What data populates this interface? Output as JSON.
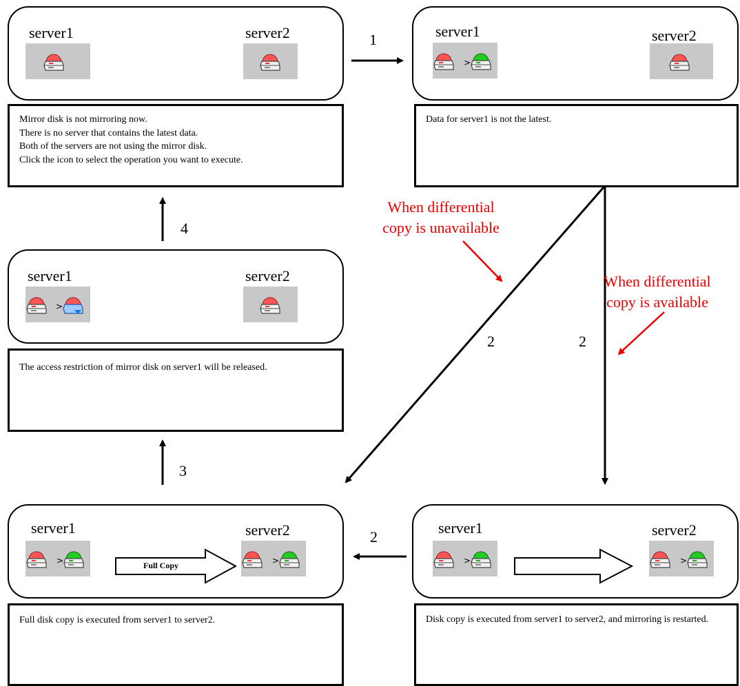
{
  "panels": {
    "p1": {
      "server1": "server1",
      "server2": "server2",
      "desc": [
        "Mirror disk is not mirroring now.",
        "There is no server that contains the latest data.",
        "Both of the servers are not using the mirror disk.",
        "Click the icon to select the operation you want to execute."
      ]
    },
    "p2": {
      "server1": "server1",
      "server2": "server2",
      "desc": [
        "Data for server1 is not the latest."
      ]
    },
    "p3": {
      "server1": "server1",
      "server2": "server2",
      "desc": [
        "The access restriction of mirror disk on server1 will be released."
      ]
    },
    "p4": {
      "server1": "server1",
      "server2": "server2",
      "copy_label": "Full Copy",
      "desc": [
        "Full disk copy is executed from server1 to server2."
      ]
    },
    "p5": {
      "server1": "server1",
      "server2": "server2",
      "desc": [
        "Disk copy is executed from server1 to server2, and mirroring is restarted."
      ]
    }
  },
  "steps": {
    "s1": "1",
    "s2a": "2",
    "s2b": "2",
    "s2c": "2",
    "s3": "3",
    "s4": "4"
  },
  "notes": {
    "unavailable": [
      "When differential",
      "copy is unavailable"
    ],
    "available": [
      "When differential",
      "copy is available"
    ]
  },
  "colors": {
    "note_red": "#ee0000",
    "disk_red": "#ff5555",
    "disk_green": "#22cc22",
    "disk_blue": "#3399ff",
    "icon_bg": "#c8c8c8"
  },
  "icons": {
    "disk_red": "disk-red-icon",
    "disk_green": "disk-green-icon",
    "disk_blue": "disk-blue-icon"
  }
}
